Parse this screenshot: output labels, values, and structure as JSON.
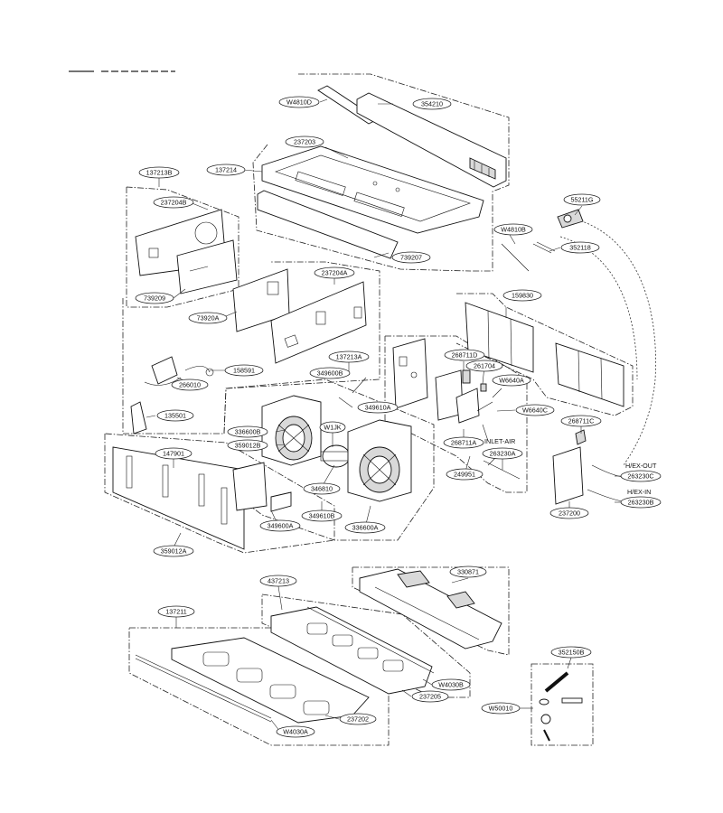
{
  "header": {
    "title": ""
  },
  "parts": {
    "W4810D": "W4810D",
    "354210": "354210",
    "237203": "237203",
    "137214": "137214",
    "137213B": "137213B",
    "237204B": "237204B",
    "739207": "739207",
    "739209": "739209",
    "739209A": "73920A",
    "237204A": "237204A",
    "55211G": "55211G",
    "W4810B": "W4810B",
    "352118": "352118",
    "159830": "159830",
    "158591": "158591",
    "137213A": "137213A",
    "268711D": "268711D",
    "261704": "261704",
    "266010": "266010",
    "349600B": "349600B",
    "349610A": "349610A",
    "W6640A": "W6640A",
    "135501": "135501",
    "W6640C": "W6640C",
    "268711C": "268711C",
    "W1JK": "W1JK",
    "336600B": "336600B",
    "359012B": "359012B",
    "268711A": "268711A",
    "263230A": "263230A",
    "147901": "147901",
    "249951": "249951",
    "263230C": "263230C",
    "346810": "346810",
    "263230B": "263230B",
    "237200": "237200",
    "349600A": "349600A",
    "349610B": "349610B",
    "336600A": "336600A",
    "359012A": "359012A",
    "330871": "330871",
    "437213": "437213",
    "137211": "137211",
    "352150B": "352150B",
    "W4030B": "W4030B",
    "237205": "237205",
    "W50010": "W50010",
    "237202": "237202",
    "W4030A": "W4030A"
  },
  "annotations": {
    "inlet_air": "INLET-AIR",
    "hex_out": "H/EX-OUT",
    "hex_in": "H/EX-IN"
  }
}
